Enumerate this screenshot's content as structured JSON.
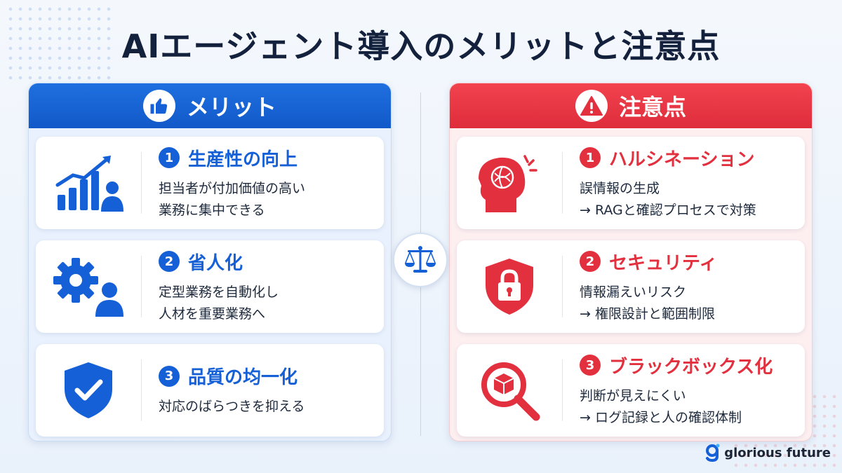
{
  "title": "AIエージェント導入のメリットと注意点",
  "colors": {
    "merit_accent": "#1560d6",
    "caution_accent": "#e3303f",
    "title": "#14213d"
  },
  "merit": {
    "header": "メリット",
    "header_icon": "thumbs-up-icon",
    "items": [
      {
        "num": "1",
        "title": "生産性の向上",
        "lines": [
          "担当者が付加価値の高い",
          "業務に集中できる"
        ],
        "icon": "growth-chart-person-icon"
      },
      {
        "num": "2",
        "title": "省人化",
        "lines": [
          "定型業務を自動化し",
          "人材を重要業務へ"
        ],
        "icon": "gear-person-icon"
      },
      {
        "num": "3",
        "title": "品質の均一化",
        "lines": [
          "対応のばらつきを抑える"
        ],
        "icon": "shield-check-icon"
      }
    ]
  },
  "caution": {
    "header": "注意点",
    "header_icon": "warning-icon",
    "items": [
      {
        "num": "1",
        "title": "ハルシネーション",
        "lines": [
          "誤情報の生成",
          "→ RAGと確認プロセスで対策"
        ],
        "icon": "brain-head-icon"
      },
      {
        "num": "2",
        "title": "セキュリティ",
        "lines": [
          "情報漏えいリスク",
          "→ 権限設計と範囲制限"
        ],
        "icon": "shield-lock-icon"
      },
      {
        "num": "3",
        "title": "ブラックボックス化",
        "lines": [
          "判断が見えにくい",
          "→ ログ記録と人の確認体制"
        ],
        "icon": "magnifier-box-icon"
      }
    ]
  },
  "center_icon": "balance-scale-icon",
  "logo": {
    "text": "glorious future",
    "mark": "g"
  }
}
